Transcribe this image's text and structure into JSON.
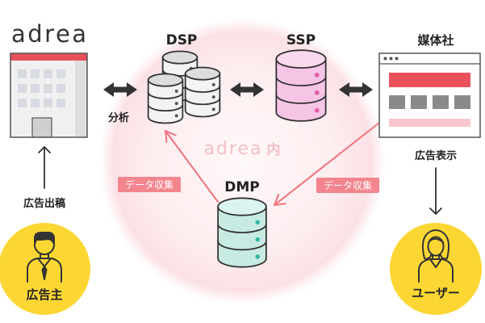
{
  "logo": {
    "text": "adrea"
  },
  "watermark": {
    "brand": "adrea",
    "suffix": "内"
  },
  "nodes": {
    "dsp": {
      "label": "DSP"
    },
    "ssp": {
      "label": "SSP"
    },
    "publisher": {
      "label": "媒体社"
    },
    "dmp": {
      "label": "DMP"
    },
    "advertiser": {
      "label": "広告主"
    },
    "user": {
      "label": "ユーザー"
    }
  },
  "flows": {
    "analysis": "分析",
    "data_collection_dsp": "データ収集",
    "data_collection_publisher": "データ収集",
    "ad_placement": "広告出稿",
    "ad_display": "広告表示"
  },
  "icons": {
    "advertiser_company": "building-icon",
    "dsp": "database-stack-icon",
    "ssp": "database-icon",
    "publisher": "browser-window-icon",
    "dmp": "database-icon",
    "advertiser_person": "businessman-icon",
    "user_person": "woman-icon",
    "links": "double-arrow-icon"
  },
  "colors": {
    "accent_red": "#e8505b",
    "arrow_red": "#f0737d",
    "badge_red": "#f2858e",
    "ssp_pink": "#f6c5e6",
    "ssp_pink_top": "#fad9ef",
    "ssp_dot": "#e25caa",
    "dmp_teal": "#c7ebe3",
    "dmp_teal_top": "#dcf4ef",
    "dmp_dot": "#37b8a1",
    "dsp_gray": "#f3f3f3",
    "dsp_gray_top": "#dddddd",
    "dsp_dot": "#555555",
    "circle_yellow": "#fcd734",
    "watermark_pink": "#f1c0c6",
    "glow_pink": "#fbe1e5",
    "publisher_gray": "#8a8a8a",
    "publisher_pink": "#f8c6ca",
    "ink": "#333333"
  }
}
